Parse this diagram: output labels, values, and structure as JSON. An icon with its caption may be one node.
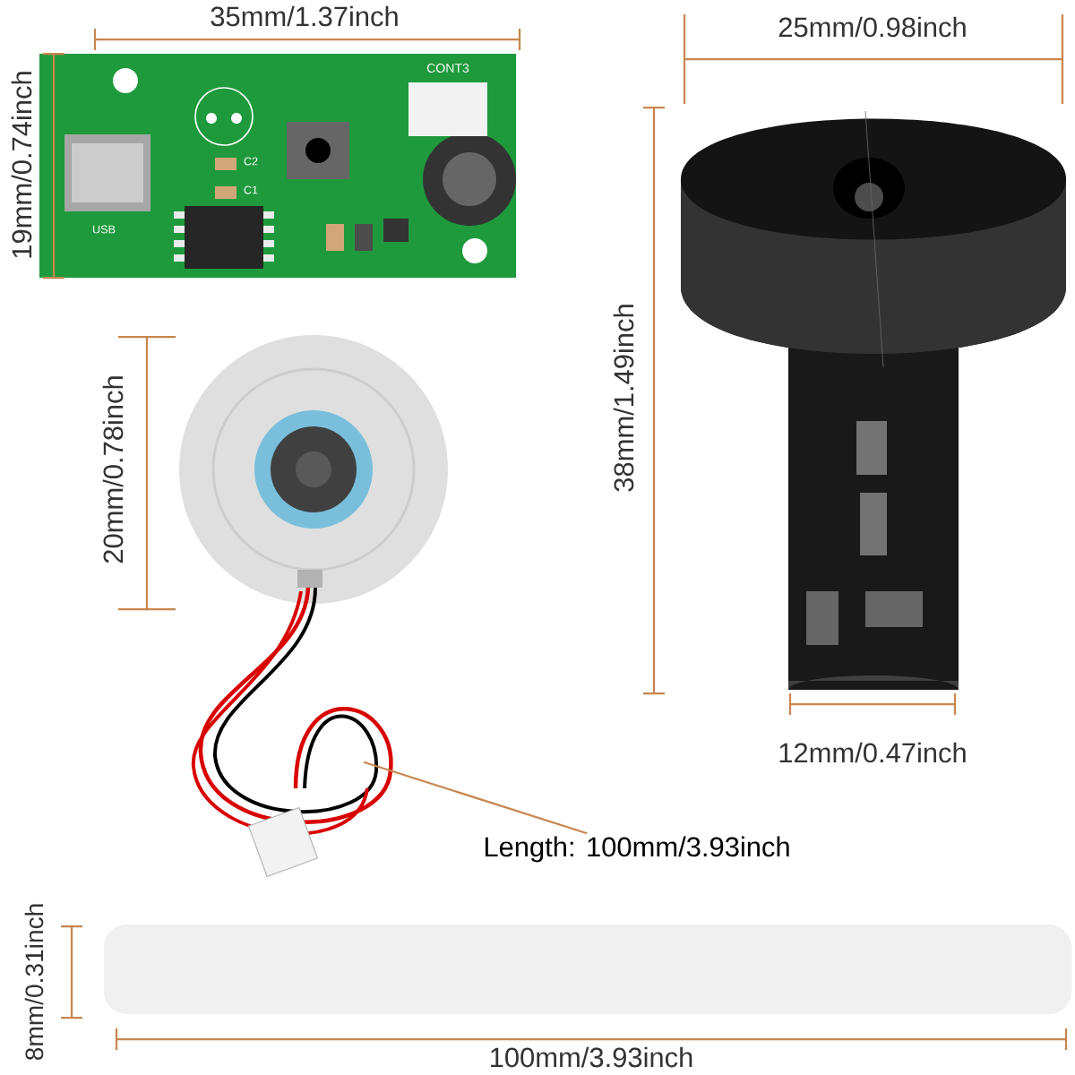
{
  "diagram": {
    "nodes": [
      {
        "text": [
          "Length: 100mm/3.93inch"
        ]
      },
      {
        "text": [],
        "shape": "picture"
      }
    ],
    "edges": [
      {
        "from": 0,
        "to": 1,
        "arrow": "none"
      }
    ],
    "labels": [
      "35mm/1.37inch",
      "25mm/0.98inch",
      "19mm/0.74inch",
      "CONT3",
      "USB",
      "C2",
      "C1",
      "38mm/1.49inch",
      "20mm/0.78inch",
      "12mm/0.47inch",
      "8mm/0.31inch",
      "100mm/3.93inch"
    ]
  }
}
